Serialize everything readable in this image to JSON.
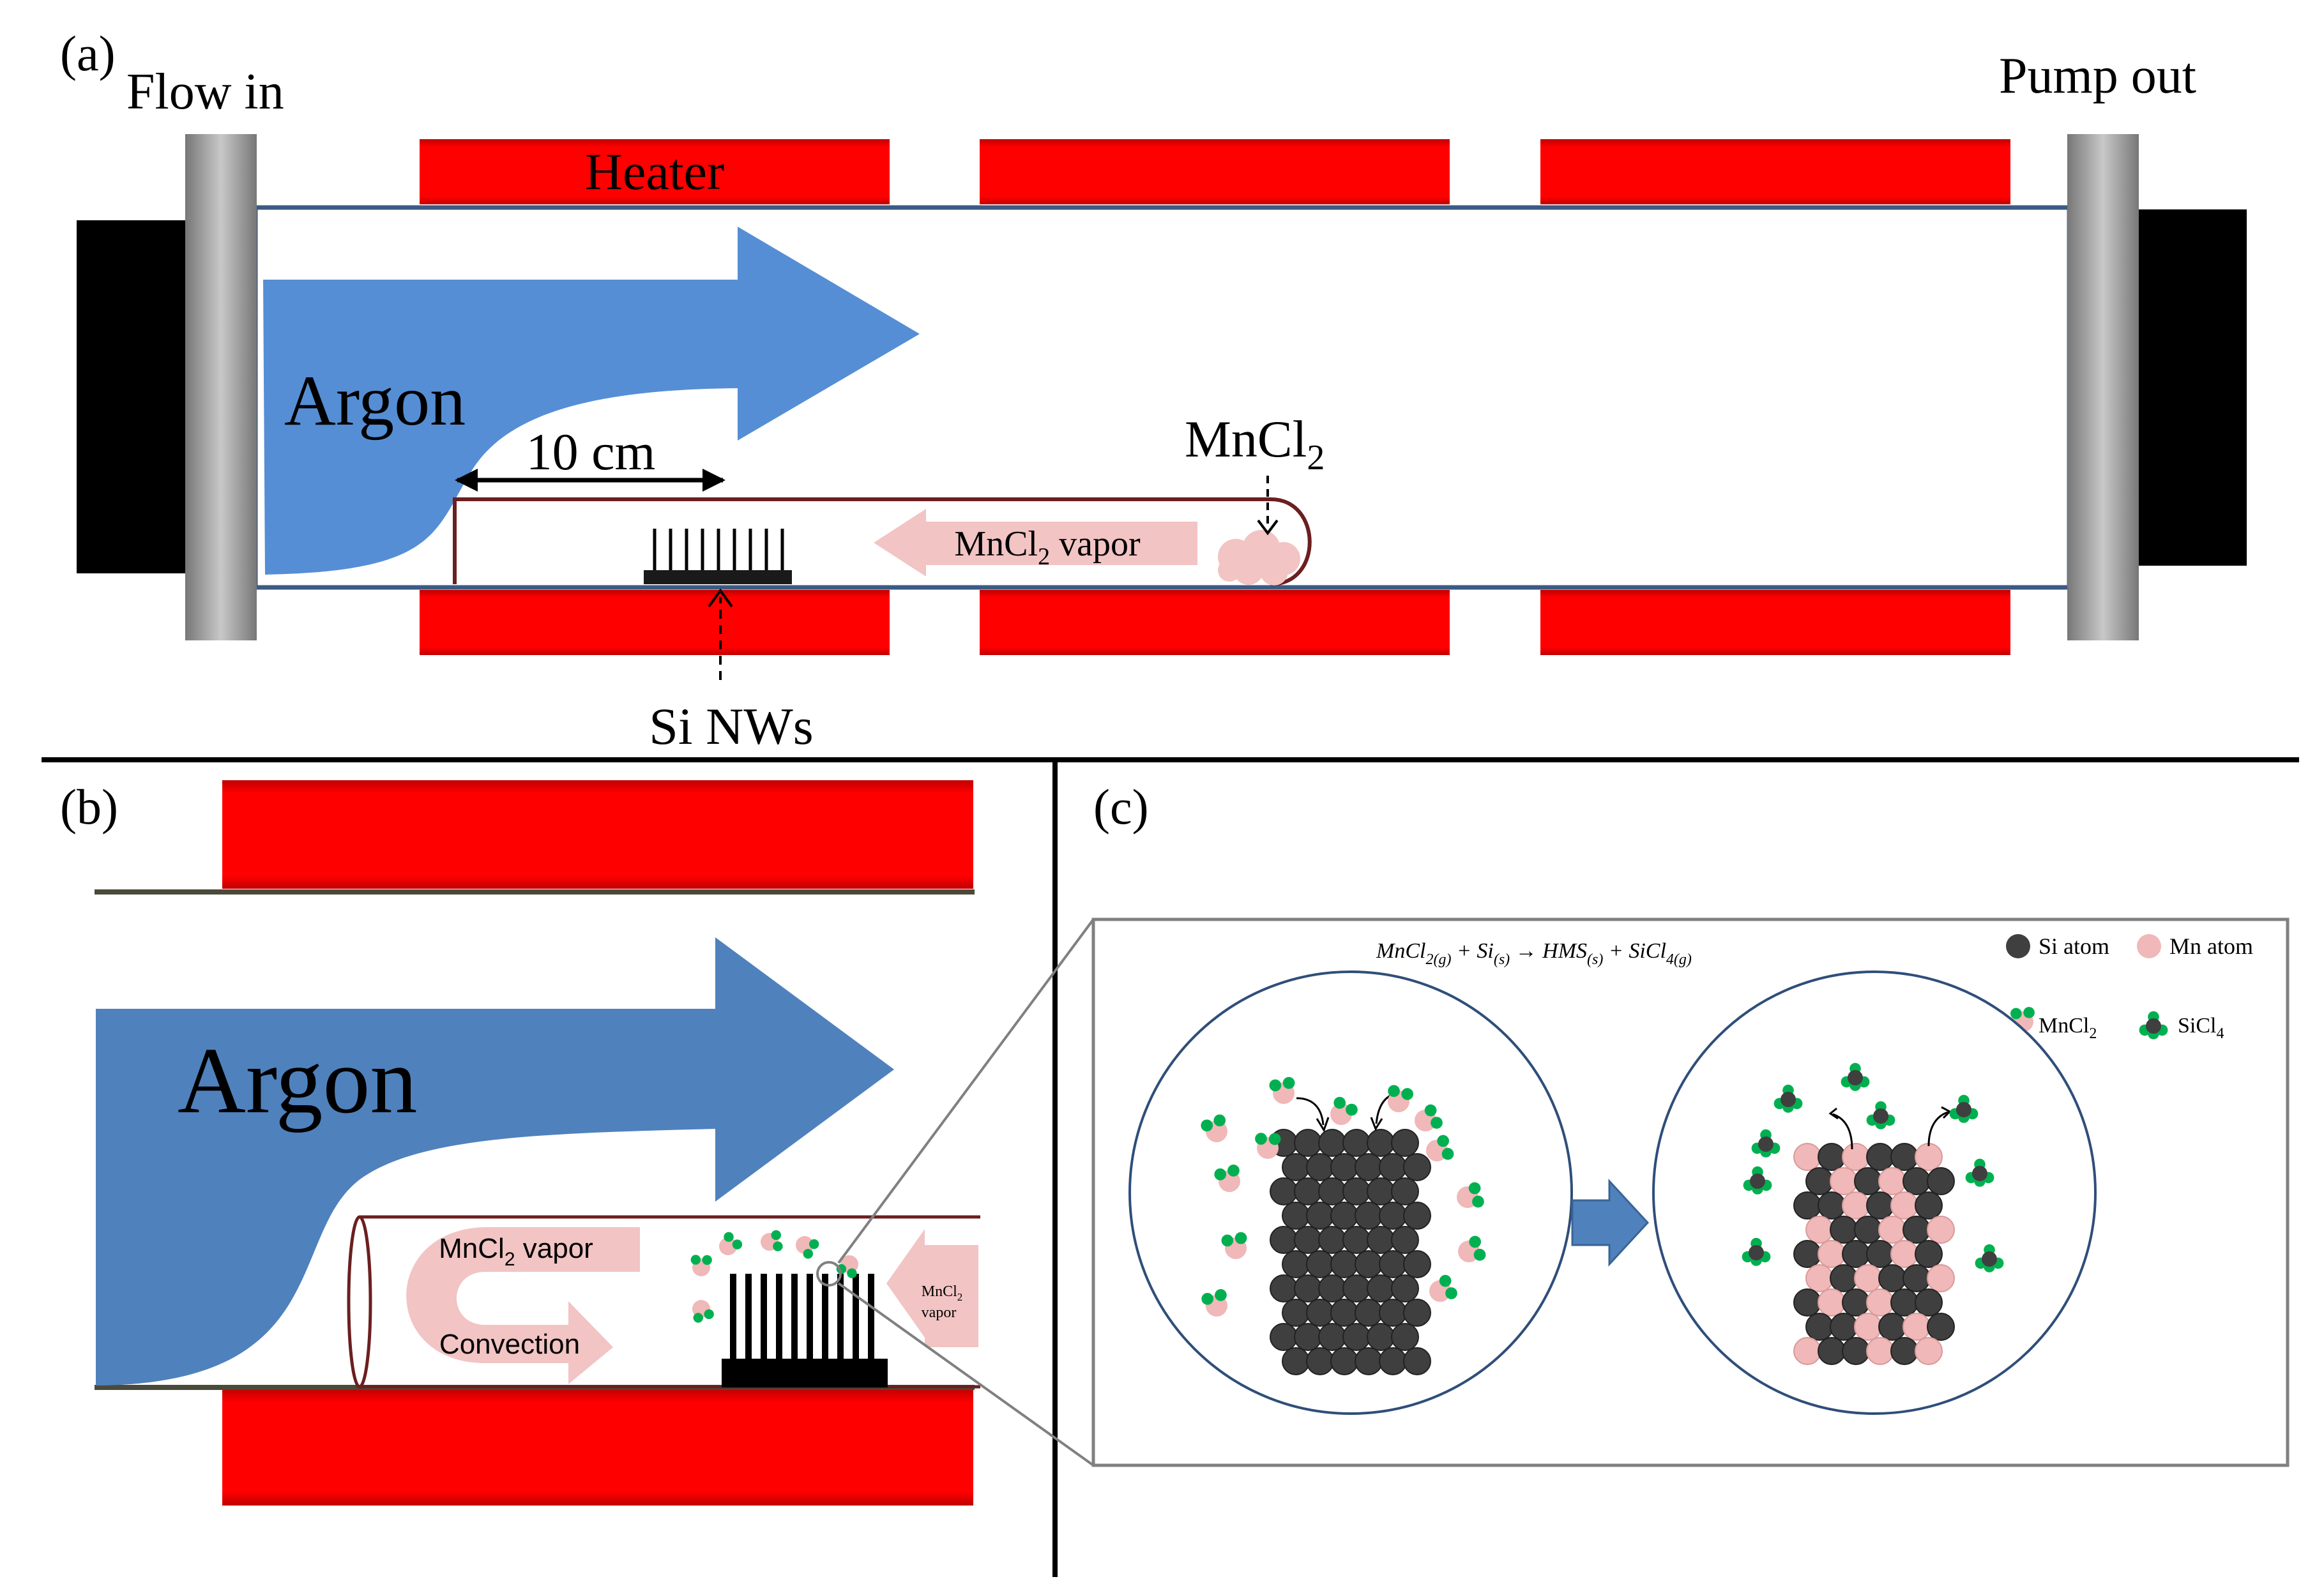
{
  "panel_a": {
    "label": "(a)",
    "flow_in": "Flow in",
    "pump_out": "Pump out",
    "heater": "Heater",
    "argon": "Argon",
    "distance": "10 cm",
    "mncl2_main": "MnCl",
    "mncl2_sub": "2",
    "vapor_main": "MnCl",
    "vapor_sub": "2",
    "vapor_rest": " vapor",
    "si_nws": "Si NWs"
  },
  "panel_b": {
    "label": "(b)",
    "argon": "Argon",
    "vapor_main": "MnCl",
    "vapor_sub": "2",
    "vapor_rest": " vapor",
    "convection": "Convection",
    "small_vapor_main": "MnCl",
    "small_vapor_sub": "2",
    "small_vapor_rest": "vapor"
  },
  "panel_c": {
    "label": "(c)",
    "eq_1": "MnCl",
    "eq_1_sub": "2(g)",
    "eq_2": " + Si",
    "eq_2_sub": "(s)",
    "eq_3": " → HMS",
    "eq_3_sub": "(s)",
    "eq_4": " + SiCl",
    "eq_4_sub": "4(g)",
    "legend": {
      "si_atom": "Si atom",
      "mn_atom": "Mn atom",
      "mncl2_main": "MnCl",
      "mncl2_sub": "2",
      "sicl4_main": "SiCl",
      "sicl4_sub": "4"
    }
  },
  "colors": {
    "heater": "#ff0000",
    "argon_a": "#558ed5",
    "argon_b": "#4f81bd",
    "vapor_arrow": "#f2c4c4",
    "tube_line": "#6b1f1f",
    "si_atom": "#3f3f3f",
    "mn_atom": "#f0b8b8",
    "cl_atom": "#00b050",
    "process_arrow": "#4f81bd"
  }
}
